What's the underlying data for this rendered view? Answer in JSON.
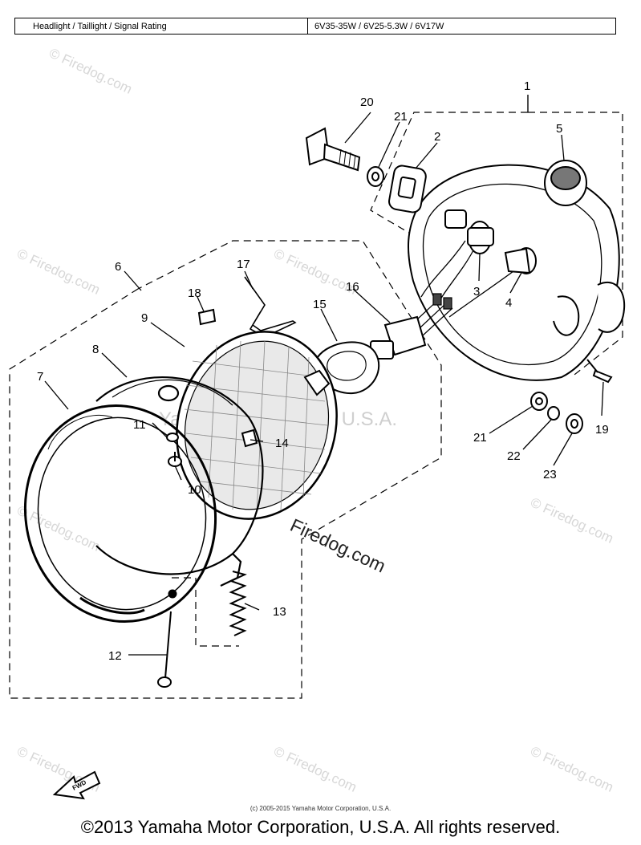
{
  "spec": {
    "label": "Headlight / Taillight / Signal Rating",
    "value": "6V35-35W / 6V25-5.3W / 6V17W"
  },
  "callouts": {
    "c1": "1",
    "c2": "2",
    "c3": "3",
    "c4": "4",
    "c5": "5",
    "c6": "6",
    "c7": "7",
    "c8": "8",
    "c9": "9",
    "c10": "10",
    "c11": "11",
    "c12": "12",
    "c13": "13",
    "c14": "14",
    "c15": "15",
    "c16": "16",
    "c17": "17",
    "c18": "18",
    "c19": "19",
    "c20": "20",
    "c21a": "21",
    "c21b": "21",
    "c22": "22",
    "c23": "23"
  },
  "watermarks": {
    "firedog": "© Firedog.com",
    "firedog_main": "Firedog.com",
    "corp": "Yamaha Motor Corp, U.S.A."
  },
  "fwd_label": "FWD",
  "small_copyright": "(c) 2005-2015 Yamaha Motor Corporation, U.S.A.",
  "footer": "©2013 Yamaha Motor Corporation, U.S.A. All rights reserved."
}
